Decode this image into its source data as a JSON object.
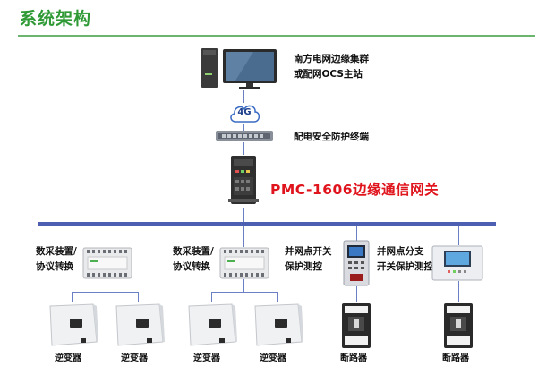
{
  "header": {
    "title": "系统架构"
  },
  "cloud": {
    "label": "4G"
  },
  "server": {
    "line1": "南方电网边缘集群",
    "line2": "或配网OCS主站"
  },
  "firewall": {
    "label": "配电安全防护终端"
  },
  "gateway": {
    "label": "PMC-1606边缘通信网关"
  },
  "branches": [
    {
      "line1": "数采装置/",
      "line2": "协议转换"
    },
    {
      "line1": "数采装置/",
      "line2": "协议转换"
    },
    {
      "line1": "并网点开关",
      "line2": "保护测控"
    },
    {
      "line1": "并网点分支",
      "line2": "开关保护测控"
    }
  ],
  "devices": {
    "inverter_label": "逆变器",
    "breaker_label": "断路器",
    "captions": [
      "逆变器",
      "逆变器",
      "逆变器",
      "逆变器",
      "断路器",
      "断路器"
    ]
  },
  "colors": {
    "title": "#2f9a35",
    "gateway_label": "#e0141c",
    "bus": "#4d5fb0"
  }
}
